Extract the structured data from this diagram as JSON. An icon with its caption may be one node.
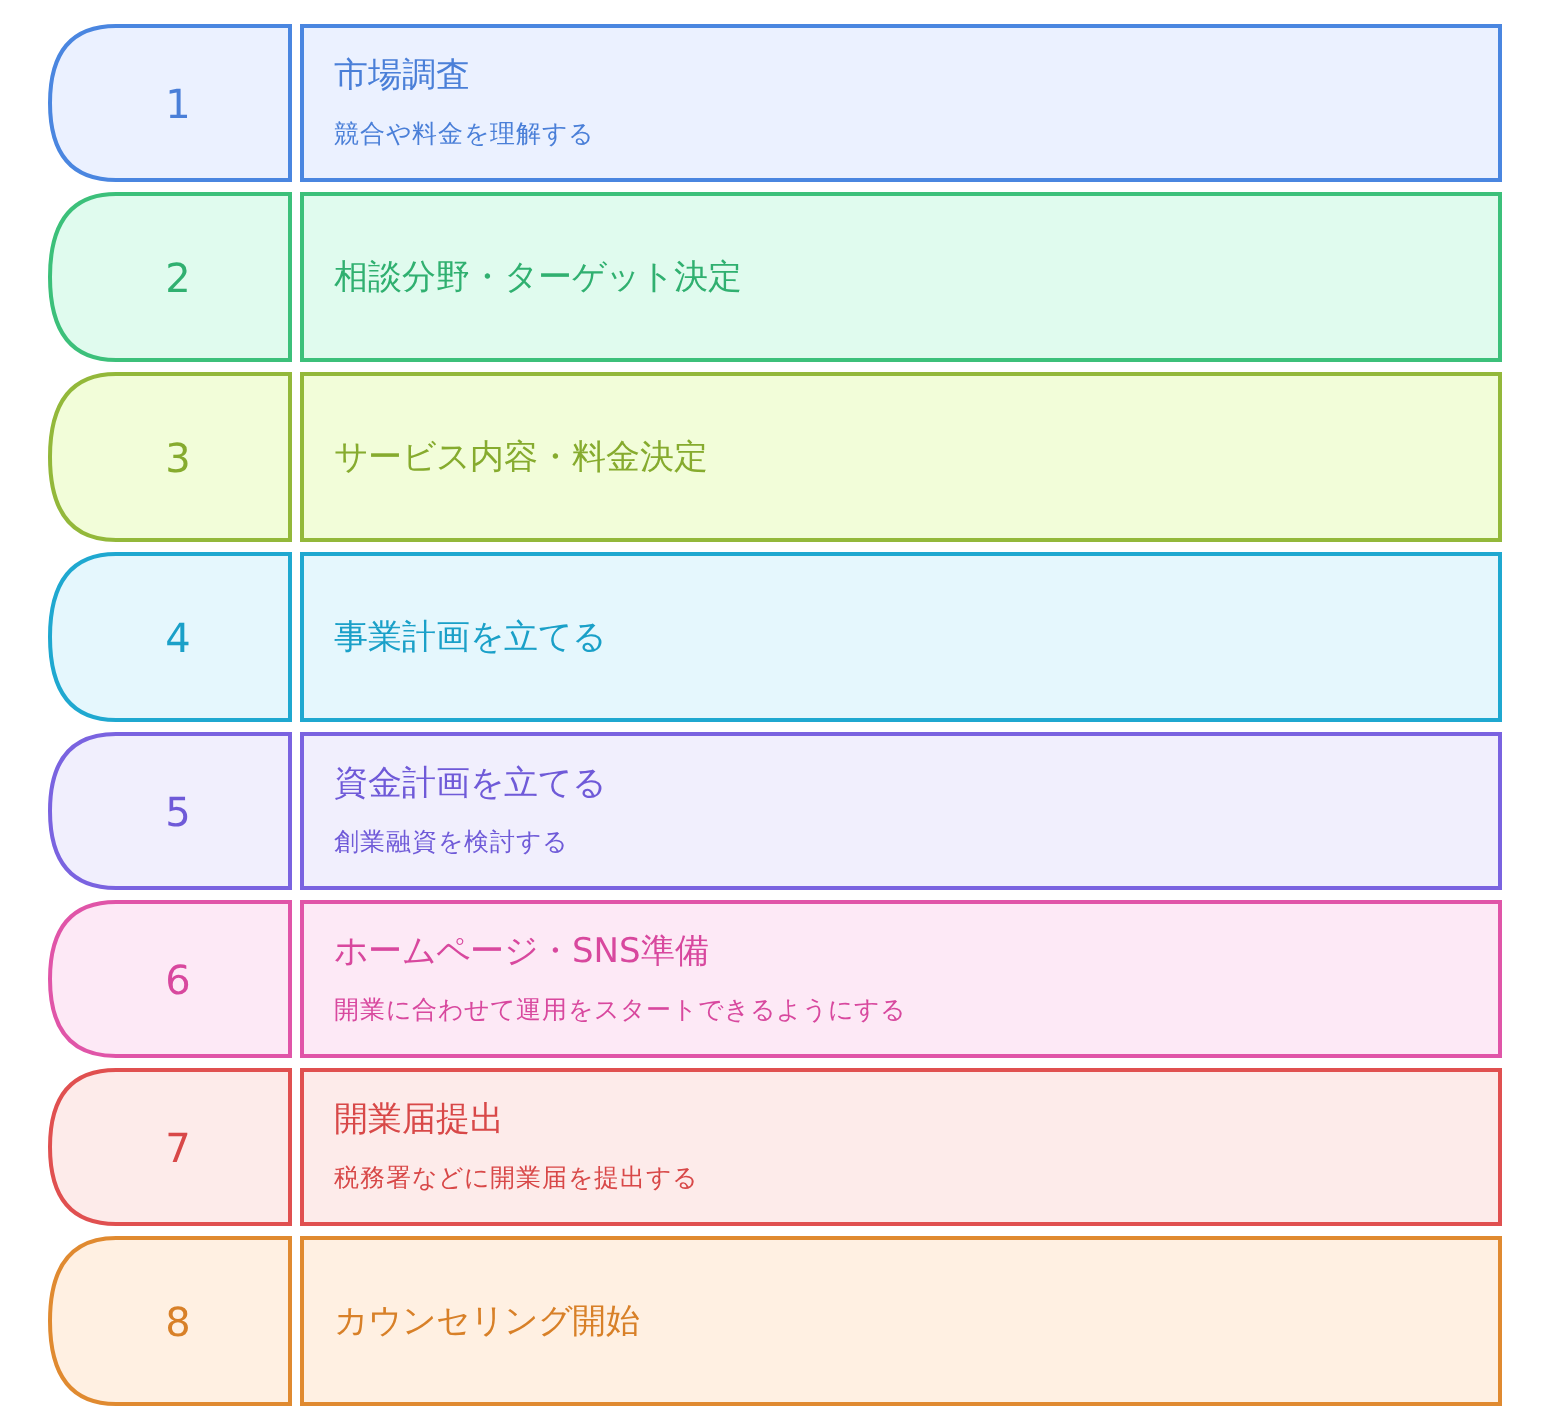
{
  "diagram": {
    "nodes": [
      {
        "text": [
          "1"
        ]
      },
      {
        "text": [
          "市場調査",
          "競合や料金を理解する"
        ]
      },
      {
        "text": [
          "2"
        ]
      },
      {
        "text": [
          "相談分野・ターゲット決定"
        ]
      },
      {
        "text": [
          "3"
        ]
      },
      {
        "text": [
          "サービス内容・料金決定"
        ]
      },
      {
        "text": [
          "4"
        ]
      },
      {
        "text": [
          "事業計画を立てる"
        ]
      },
      {
        "text": [
          "5"
        ]
      },
      {
        "text": [
          "資金計画を立てる",
          "創業融資を検討する"
        ]
      },
      {
        "text": [
          "6"
        ]
      },
      {
        "text": [
          "ホームページ・SNS準備",
          "開業に合わせて運用をスタートできるようにする"
        ]
      },
      {
        "text": [
          "7"
        ]
      },
      {
        "text": [
          "開業届提出",
          "税務署などに開業届を提出する"
        ]
      },
      {
        "text": [
          "8"
        ]
      },
      {
        "text": [
          "カウンセリング開始"
        ]
      }
    ]
  }
}
